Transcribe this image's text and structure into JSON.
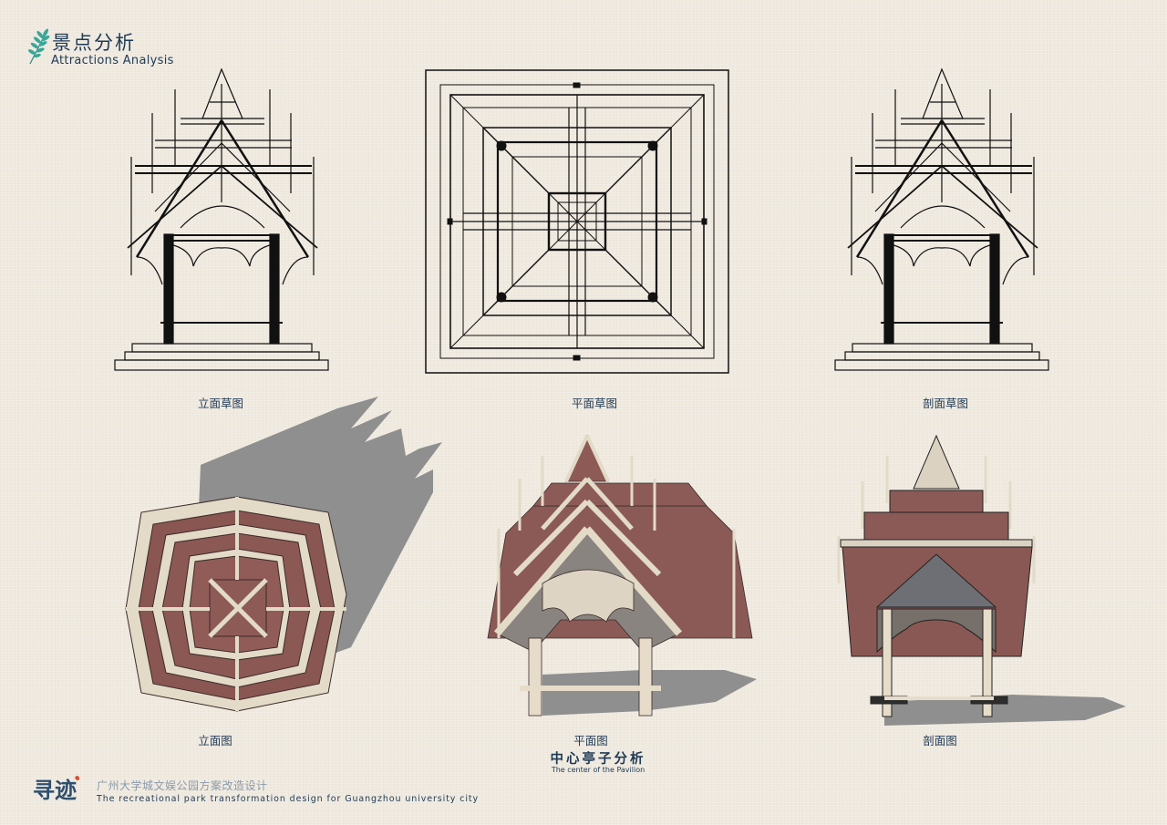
{
  "header": {
    "title": "景点分析",
    "subtitle": "Attractions Analysis",
    "logo_icon": "fern-leaf-icon"
  },
  "sketches": [
    {
      "id": "elevation-sketch",
      "caption": "立面草图"
    },
    {
      "id": "plan-sketch",
      "caption": "平面草图"
    },
    {
      "id": "section-sketch",
      "caption": "剖面草图"
    }
  ],
  "renders": [
    {
      "id": "elevation-render",
      "caption": "立面图"
    },
    {
      "id": "plan-render",
      "caption": "平面图"
    },
    {
      "id": "section-render",
      "caption": "剖面图"
    }
  ],
  "center": {
    "title": "中心亭子分析",
    "subtitle": "The center of the Pavilion"
  },
  "footer": {
    "logo_text": "寻迹",
    "title_cn": "广州大学城文娱公园方案改造设计",
    "title_en": "The recreational park transformation design for Guangzhou university city"
  },
  "colors": {
    "background": "#efe9df",
    "text": "#1f3a55",
    "roof": "#8b5a56",
    "trim": "#e0d6c4",
    "shadow": "#8f8f8f",
    "leaf": "#3aa69a"
  }
}
